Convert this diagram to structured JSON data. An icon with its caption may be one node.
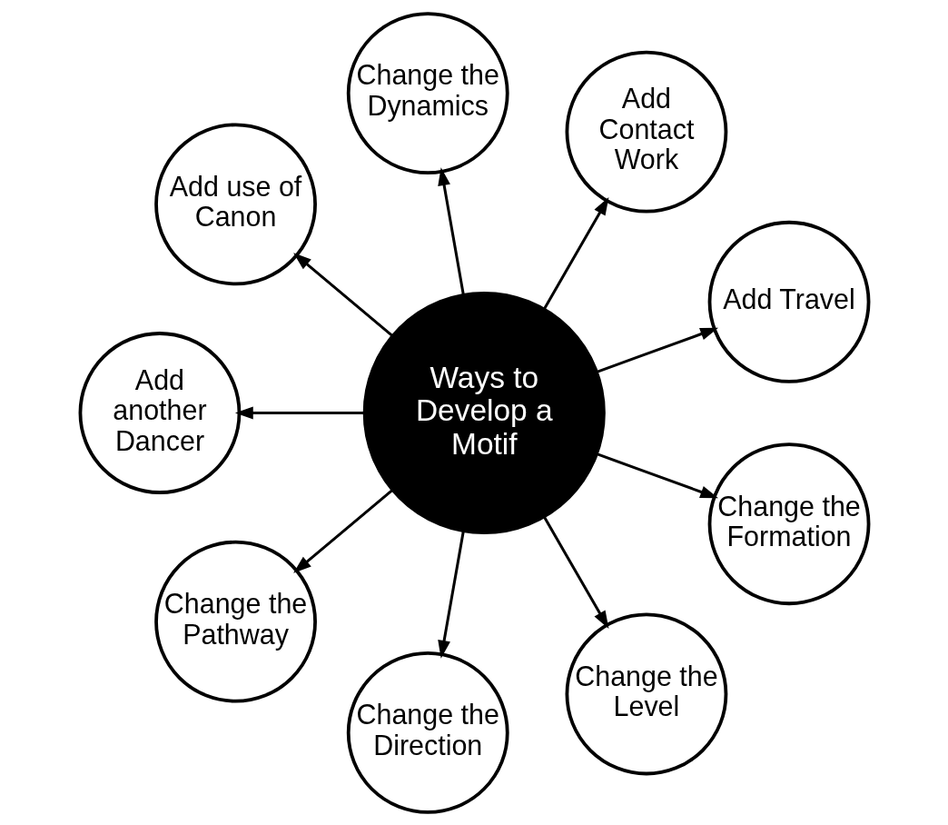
{
  "diagram": {
    "nodes": [
      {
        "text": [
          "Ways to Develop a Motif"
        ]
      },
      {
        "text": [
          "Add Travel"
        ]
      },
      {
        "text": [
          "Add Contact Work"
        ]
      },
      {
        "text": [
          "Change the Dynamics"
        ]
      },
      {
        "text": [
          "Add use of Canon"
        ]
      },
      {
        "text": [
          "Add another Dancer"
        ]
      },
      {
        "text": [
          "Change the Pathway"
        ]
      },
      {
        "text": [
          "Change the Direction"
        ]
      },
      {
        "text": [
          "Change the Level"
        ]
      },
      {
        "text": [
          "Change the Formation"
        ]
      }
    ],
    "edges": [
      {
        "from": 0,
        "to": 1,
        "arrow": "to"
      },
      {
        "from": 0,
        "to": 2,
        "arrow": "to"
      },
      {
        "from": 0,
        "to": 3,
        "arrow": "to"
      },
      {
        "from": 0,
        "to": 4,
        "arrow": "to"
      },
      {
        "from": 0,
        "to": 5,
        "arrow": "to"
      },
      {
        "from": 0,
        "to": 6,
        "arrow": "to"
      },
      {
        "from": 0,
        "to": 7,
        "arrow": "to"
      },
      {
        "from": 0,
        "to": 8,
        "arrow": "to"
      },
      {
        "from": 0,
        "to": 9,
        "arrow": "to"
      }
    ]
  }
}
